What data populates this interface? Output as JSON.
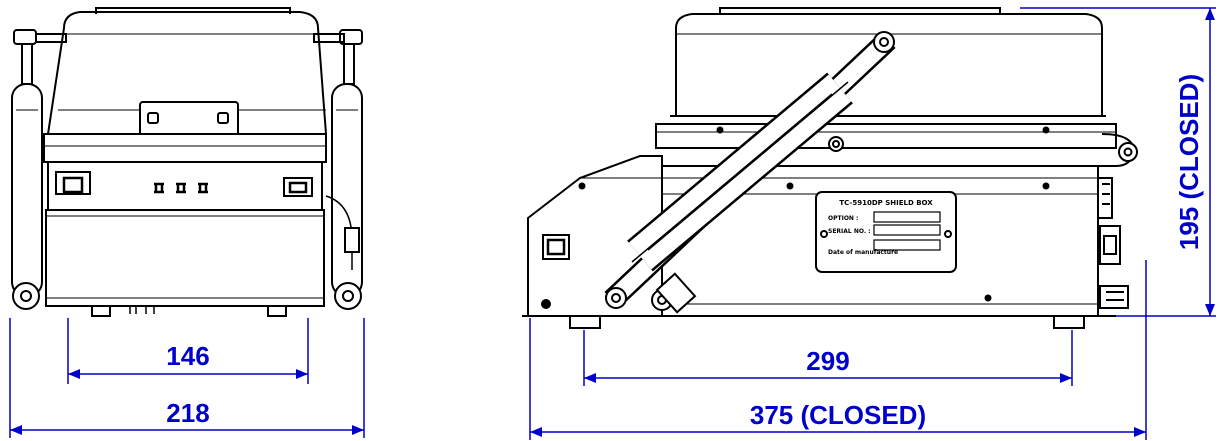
{
  "colors": {
    "line": "#000000",
    "dimension": "#0000cc",
    "background": "#ffffff"
  },
  "front_view": {
    "inner_width_label": "146",
    "overall_width_label": "218"
  },
  "side_view": {
    "inner_depth_label": "299",
    "overall_depth_label": "375 (CLOSED)",
    "height_label": "195 (CLOSED)",
    "nameplate": {
      "title": "TC-5910DP SHIELD BOX",
      "lines": [
        "OPTION :",
        "SERIAL NO. :",
        "Date of manufacture",
        "",
        "",
        ""
      ]
    }
  }
}
